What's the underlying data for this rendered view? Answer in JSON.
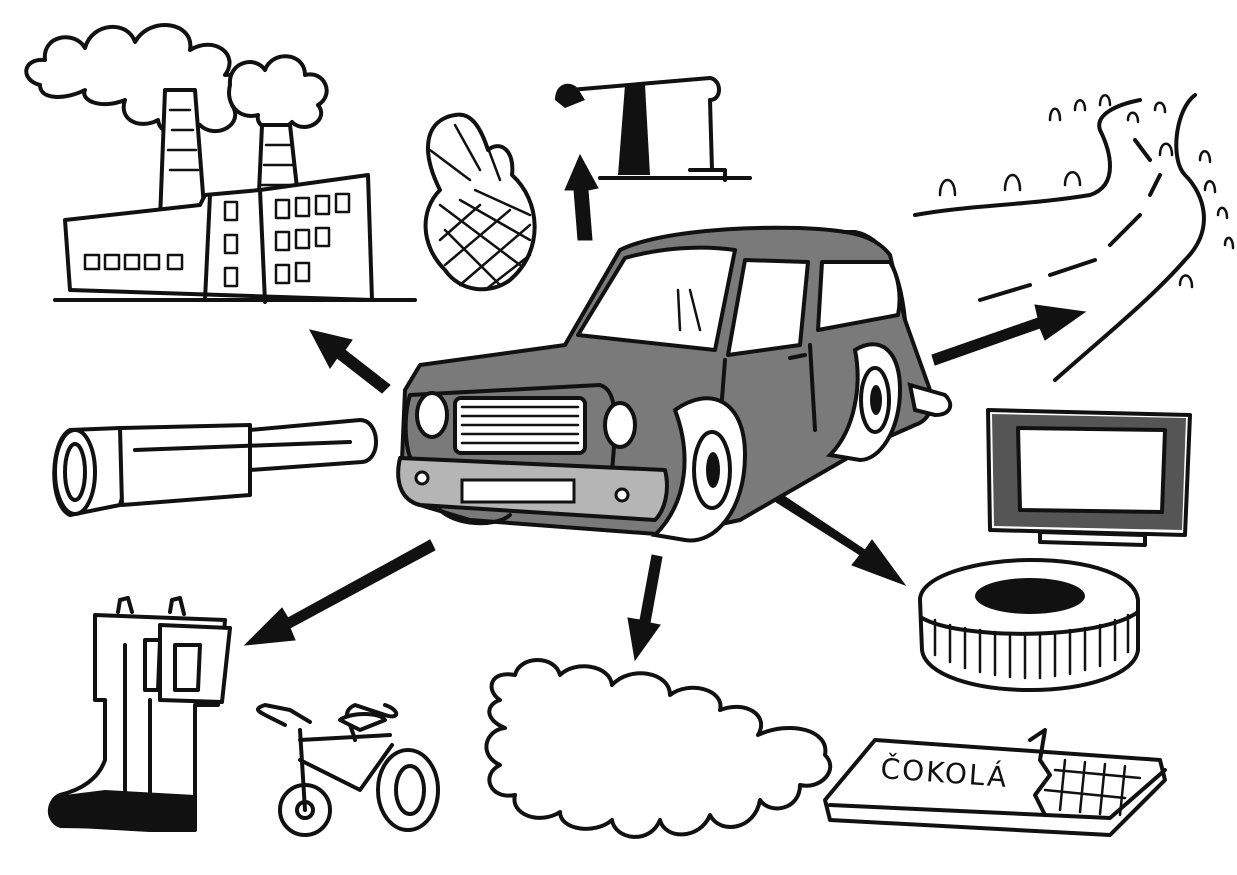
{
  "colors": {
    "ink": "#111111",
    "car_body": "#7a7a7a",
    "car_light": "#b5b5b5",
    "smoke_dark": "#555555",
    "smoke_light": "#ffffff"
  },
  "center": {
    "name": "car"
  },
  "items": [
    {
      "name": "factory"
    },
    {
      "name": "oil-pump-jack"
    },
    {
      "name": "pineapple"
    },
    {
      "name": "road"
    },
    {
      "name": "television"
    },
    {
      "name": "tire"
    },
    {
      "name": "chocolate-bar",
      "label": "ČOKOLÁ"
    },
    {
      "name": "exhaust-smoke"
    },
    {
      "name": "bicycle"
    },
    {
      "name": "rubber-boots"
    },
    {
      "name": "flashlight"
    }
  ]
}
